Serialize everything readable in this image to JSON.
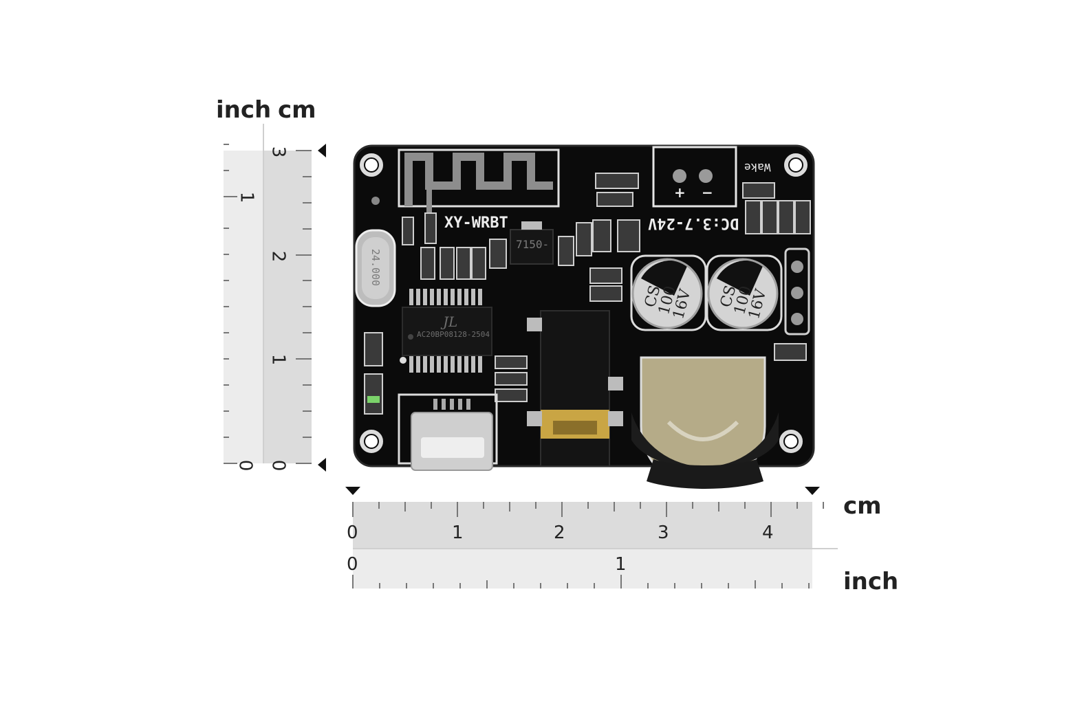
{
  "ruler_vertical": {
    "unit_left": "inch",
    "unit_right": "cm",
    "inch_ticks": [
      "0",
      "1"
    ],
    "cm_ticks": [
      "0",
      "1",
      "2",
      "3"
    ]
  },
  "ruler_horizontal": {
    "unit_top": "cm",
    "unit_bottom": "inch",
    "cm_ticks": [
      "0",
      "1",
      "2",
      "3",
      "4"
    ],
    "inch_ticks": [
      "0",
      "1"
    ]
  },
  "board": {
    "model_label": "XY-WRBT",
    "power_label": "DC:3.7-24V",
    "chip_marking": "AC20BP08128-2504",
    "chip_logo": "JL",
    "regulator_marking": "7150-",
    "crystal_marking": "24.000",
    "capacitor_marking": [
      "CS",
      "100",
      "16V"
    ],
    "terminal_plus": "+",
    "terminal_minus": "−",
    "wake_label": "Wake"
  },
  "colors": {
    "board": "#0b0b0b",
    "silkscreen": "#e8e8e8",
    "ruler_shade": "#e6e6e6",
    "ruler_shade_dark": "#d9d9d9",
    "gold": "#c9a544"
  }
}
